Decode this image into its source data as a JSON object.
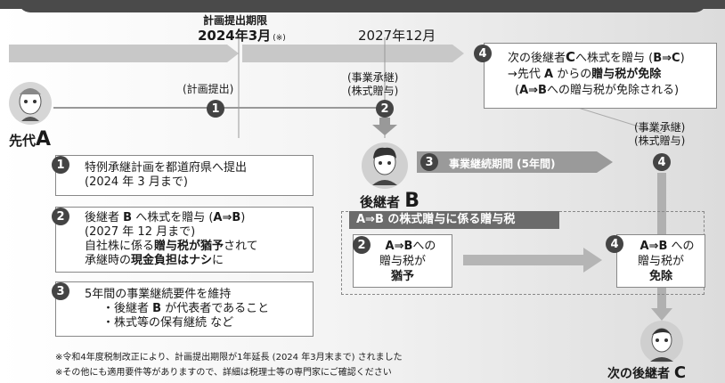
{
  "timeline": {
    "deadline_label": "計画提出期限",
    "deadline_date": "2024年3月",
    "deadline_note": "(※)",
    "date_2027": "2027年12月"
  },
  "predecessor": {
    "name_prefix": "先代",
    "name_letter": "A",
    "plan_label": "(計画提出)",
    "marker_1": "1"
  },
  "succession": {
    "label_line1": "(事業承継)",
    "label_line2": "(株式贈与)",
    "marker_2": "2"
  },
  "next_gift_box": {
    "marker": "4",
    "line1_pre": "次の後継者",
    "line1_bold": "C",
    "line1_mid": "へ株式を贈与 (",
    "line1_bold2": "B⇒C",
    "line1_post": ")",
    "line2_pre": "→先代 ",
    "line2_bold": "A",
    "line2_mid": " からの",
    "line2_bold2": "贈与税が免除",
    "line3_pre": "(",
    "line3_bold": "A⇒B",
    "line3_post": "への贈与税が免除される)"
  },
  "successor": {
    "name_prefix": "後継者",
    "name_letter": "B",
    "marker_3": "3",
    "period_label": "事業継続期間 (5年間)",
    "right_label_line1": "(事業承継)",
    "right_label_line2": "(株式贈与)",
    "marker_4": "4"
  },
  "steps": [
    {
      "marker": "1",
      "line1": "特例承継計画を都道府県へ提出",
      "line2": "(2024 年 3 月まで)"
    },
    {
      "marker": "2",
      "line1_pre": "後継者 ",
      "line1_bold": "B",
      "line1_mid": " へ株式を贈与 (",
      "line1_bold2": "A⇒B",
      "line1_post": ")",
      "line2": "(2027 年 12 月まで)",
      "line3_pre": "自社株に係る",
      "line3_bold": "贈与税が猶予",
      "line3_post": "されて",
      "line4_pre": "承継時の",
      "line4_bold": "現金負担はナシ",
      "line4_post": "に"
    },
    {
      "marker": "3",
      "line1": "5年間の事業継続要件を維持",
      "line2_pre": "・後継者 ",
      "line2_bold": "B",
      "line2_post": " が代表者であること",
      "line3": "・株式等の保有継続 など"
    }
  ],
  "gift_tax": {
    "band_label": "A⇒B の株式贈与に係る贈与税",
    "left_marker": "2",
    "left_line1_bold": "A⇒B",
    "left_line1_post": "への",
    "left_line2": "贈与税が",
    "left_line3": "猶予",
    "right_marker": "4",
    "right_line1_bold": "A⇒B",
    "right_line1_post": " への",
    "right_line2": "贈与税が",
    "right_line3": "免除"
  },
  "next_successor": {
    "name_prefix": "次の後継者",
    "name_letter": "C"
  },
  "notes": {
    "note1": "※令和4年度税制改正により、計画提出期限が1年延長 (2024 年3月末まで) されました",
    "note2": "※その他にも適用要件等がありますので、詳細は税理士等の専門家にご確認ください"
  }
}
